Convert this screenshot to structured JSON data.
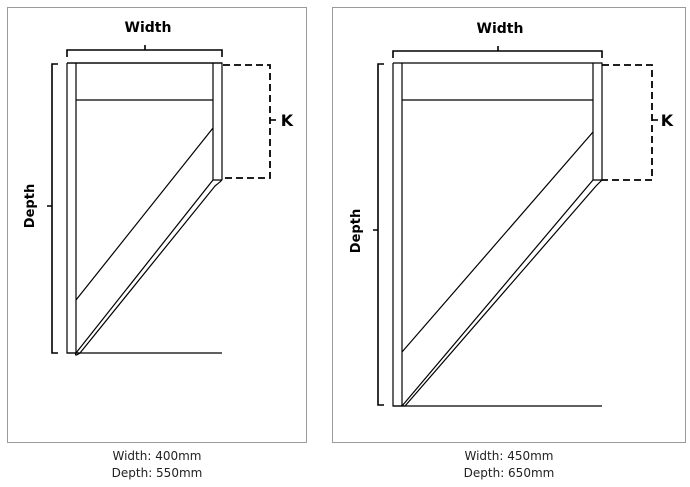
{
  "diagrams": [
    {
      "width_label": "Width",
      "depth_label": "Depth",
      "k_label": "K",
      "caption_width": "Width: 400mm",
      "caption_depth": "Depth: 550mm"
    },
    {
      "width_label": "Width",
      "depth_label": "Depth",
      "k_label": "K",
      "caption_width": "Width: 450mm",
      "caption_depth": "Depth: 650mm"
    }
  ],
  "colors": {
    "line": "#000000",
    "panel_border": "#9a9a9a"
  }
}
